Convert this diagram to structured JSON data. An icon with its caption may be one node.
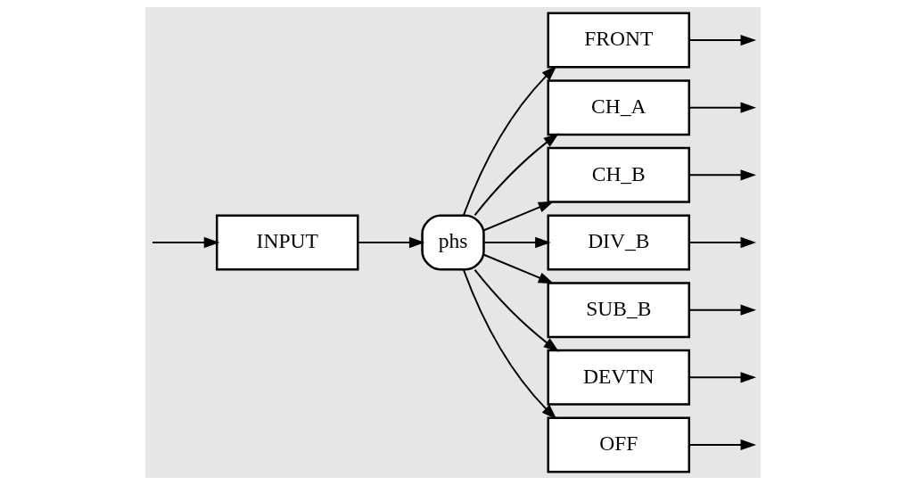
{
  "diagram": {
    "nodes": [
      {
        "text": [
          "INPUT"
        ]
      },
      {
        "text": [
          "phs"
        ]
      },
      {
        "text": [
          "FRONT"
        ]
      },
      {
        "text": [
          "CH_A"
        ]
      },
      {
        "text": [
          "CH_B"
        ]
      },
      {
        "text": [
          "DIV_B"
        ]
      },
      {
        "text": [
          "SUB_B"
        ]
      },
      {
        "text": [
          "DEVTN"
        ]
      },
      {
        "text": [
          "OFF"
        ]
      }
    ],
    "edges": [
      {
        "from": null,
        "to": 0,
        "arrow": "to"
      },
      {
        "from": 0,
        "to": 1,
        "arrow": "to"
      },
      {
        "from": 1,
        "to": 2,
        "arrow": "to"
      },
      {
        "from": 1,
        "to": 3,
        "arrow": "to"
      },
      {
        "from": 1,
        "to": 4,
        "arrow": "to"
      },
      {
        "from": 1,
        "to": 5,
        "arrow": "to"
      },
      {
        "from": 1,
        "to": 6,
        "arrow": "to"
      },
      {
        "from": 1,
        "to": 7,
        "arrow": "to"
      },
      {
        "from": 1,
        "to": 8,
        "arrow": "to"
      },
      {
        "from": 2,
        "to": null,
        "arrow": "to"
      },
      {
        "from": 3,
        "to": null,
        "arrow": "to"
      },
      {
        "from": 4,
        "to": null,
        "arrow": "to"
      },
      {
        "from": 5,
        "to": null,
        "arrow": "to"
      },
      {
        "from": 6,
        "to": null,
        "arrow": "to"
      },
      {
        "from": 7,
        "to": null,
        "arrow": "to"
      },
      {
        "from": 8,
        "to": null,
        "arrow": "to"
      }
    ]
  }
}
